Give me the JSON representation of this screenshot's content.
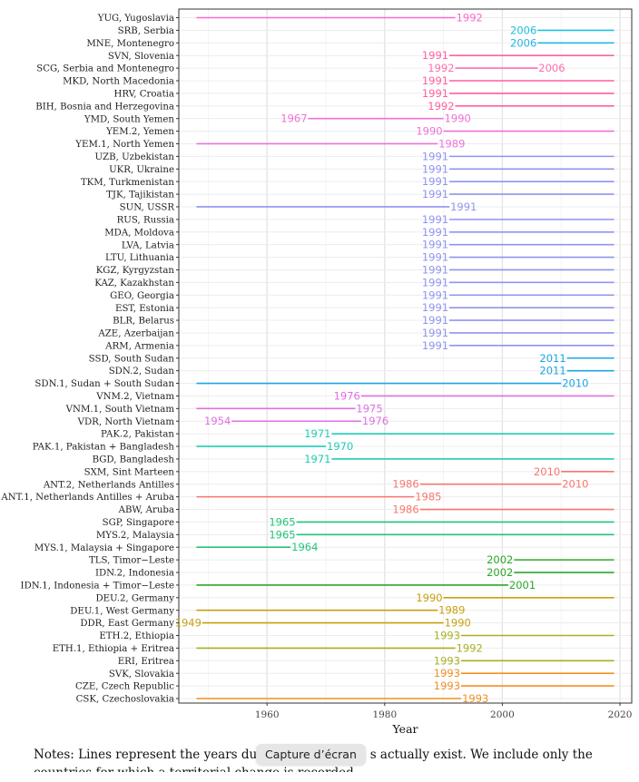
{
  "chart_data": {
    "type": "range-timeline",
    "xlabel": "Year",
    "xlim": [
      1945,
      2022
    ],
    "xticks": [
      1960,
      1980,
      2000,
      2020
    ],
    "grid": true,
    "rows": [
      {
        "label": "YUG, Yugoslavia",
        "start": 1948,
        "end": 1992,
        "labels": [
          {
            "text": "1992",
            "at": 1992,
            "side": "right"
          }
        ],
        "color": "#ff66cc"
      },
      {
        "label": "SRB, Serbia",
        "start": 2006,
        "end": 2019,
        "labels": [
          {
            "text": "2006",
            "at": 2006,
            "side": "left"
          }
        ],
        "color": "#22c0e0"
      },
      {
        "label": "MNE, Montenegro",
        "start": 2006,
        "end": 2019,
        "labels": [
          {
            "text": "2006",
            "at": 2006,
            "side": "left"
          }
        ],
        "color": "#22b8e8"
      },
      {
        "label": "SVN, Slovenia",
        "start": 1991,
        "end": 2019,
        "labels": [
          {
            "text": "1991",
            "at": 1991,
            "side": "left"
          }
        ],
        "color": "#ff5fa2"
      },
      {
        "label": "SCG, Serbia and Montenegro",
        "start": 1992,
        "end": 2006,
        "labels": [
          {
            "text": "1992",
            "at": 1992,
            "side": "left"
          },
          {
            "text": "2006",
            "at": 2006,
            "side": "right"
          }
        ],
        "color": "#ff6fb0"
      },
      {
        "label": "MKD, North Macedonia",
        "start": 1991,
        "end": 2019,
        "labels": [
          {
            "text": "1991",
            "at": 1991,
            "side": "left"
          }
        ],
        "color": "#ff5fa2"
      },
      {
        "label": "HRV, Croatia",
        "start": 1991,
        "end": 2019,
        "labels": [
          {
            "text": "1991",
            "at": 1991,
            "side": "left"
          }
        ],
        "color": "#ff5fa2"
      },
      {
        "label": "BIH, Bosnia and Herzegovina",
        "start": 1992,
        "end": 2019,
        "labels": [
          {
            "text": "1992",
            "at": 1992,
            "side": "left"
          }
        ],
        "color": "#ff5fa2"
      },
      {
        "label": "YMD, South Yemen",
        "start": 1967,
        "end": 1990,
        "labels": [
          {
            "text": "1967",
            "at": 1967,
            "side": "left"
          },
          {
            "text": "1990",
            "at": 1990,
            "side": "right"
          }
        ],
        "color": "#f070d8"
      },
      {
        "label": "YEM.2, Yemen",
        "start": 1990,
        "end": 2019,
        "labels": [
          {
            "text": "1990",
            "at": 1990,
            "side": "left"
          }
        ],
        "color": "#f070d8"
      },
      {
        "label": "YEM.1, North Yemen",
        "start": 1948,
        "end": 1989,
        "labels": [
          {
            "text": "1989",
            "at": 1989,
            "side": "right"
          }
        ],
        "color": "#f070d8"
      },
      {
        "label": "UZB, Uzbekistan",
        "start": 1991,
        "end": 2019,
        "labels": [
          {
            "text": "1991",
            "at": 1991,
            "side": "left"
          }
        ],
        "color": "#8f94f0"
      },
      {
        "label": "UKR, Ukraine",
        "start": 1991,
        "end": 2019,
        "labels": [
          {
            "text": "1991",
            "at": 1991,
            "side": "left"
          }
        ],
        "color": "#8f94f0"
      },
      {
        "label": "TKM, Turkmenistan",
        "start": 1991,
        "end": 2019,
        "labels": [
          {
            "text": "1991",
            "at": 1991,
            "side": "left"
          }
        ],
        "color": "#8f94f0"
      },
      {
        "label": "TJK, Tajikistan",
        "start": 1991,
        "end": 2019,
        "labels": [
          {
            "text": "1991",
            "at": 1991,
            "side": "left"
          }
        ],
        "color": "#8f94f0"
      },
      {
        "label": "SUN, USSR",
        "start": 1948,
        "end": 1991,
        "labels": [
          {
            "text": "1991",
            "at": 1991,
            "side": "right"
          }
        ],
        "color": "#8f94f0"
      },
      {
        "label": "RUS, Russia",
        "start": 1991,
        "end": 2019,
        "labels": [
          {
            "text": "1991",
            "at": 1991,
            "side": "left"
          }
        ],
        "color": "#8f94f0"
      },
      {
        "label": "MDA, Moldova",
        "start": 1991,
        "end": 2019,
        "labels": [
          {
            "text": "1991",
            "at": 1991,
            "side": "left"
          }
        ],
        "color": "#8f94f0"
      },
      {
        "label": "LVA, Latvia",
        "start": 1991,
        "end": 2019,
        "labels": [
          {
            "text": "1991",
            "at": 1991,
            "side": "left"
          }
        ],
        "color": "#8f94f0"
      },
      {
        "label": "LTU, Lithuania",
        "start": 1991,
        "end": 2019,
        "labels": [
          {
            "text": "1991",
            "at": 1991,
            "side": "left"
          }
        ],
        "color": "#8f94f0"
      },
      {
        "label": "KGZ, Kyrgyzstan",
        "start": 1991,
        "end": 2019,
        "labels": [
          {
            "text": "1991",
            "at": 1991,
            "side": "left"
          }
        ],
        "color": "#8f94f0"
      },
      {
        "label": "KAZ, Kazakhstan",
        "start": 1991,
        "end": 2019,
        "labels": [
          {
            "text": "1991",
            "at": 1991,
            "side": "left"
          }
        ],
        "color": "#8f94f0"
      },
      {
        "label": "GEO, Georgia",
        "start": 1991,
        "end": 2019,
        "labels": [
          {
            "text": "1991",
            "at": 1991,
            "side": "left"
          }
        ],
        "color": "#8f94f0"
      },
      {
        "label": "EST, Estonia",
        "start": 1991,
        "end": 2019,
        "labels": [
          {
            "text": "1991",
            "at": 1991,
            "side": "left"
          }
        ],
        "color": "#8f94f0"
      },
      {
        "label": "BLR, Belarus",
        "start": 1991,
        "end": 2019,
        "labels": [
          {
            "text": "1991",
            "at": 1991,
            "side": "left"
          }
        ],
        "color": "#8f94f0"
      },
      {
        "label": "AZE, Azerbaijan",
        "start": 1991,
        "end": 2019,
        "labels": [
          {
            "text": "1991",
            "at": 1991,
            "side": "left"
          }
        ],
        "color": "#8f94f0"
      },
      {
        "label": "ARM, Armenia",
        "start": 1991,
        "end": 2019,
        "labels": [
          {
            "text": "1991",
            "at": 1991,
            "side": "left"
          }
        ],
        "color": "#8f94f0"
      },
      {
        "label": "SSD, South Sudan",
        "start": 2011,
        "end": 2019,
        "labels": [
          {
            "text": "2011",
            "at": 2011,
            "side": "left"
          }
        ],
        "color": "#1aa6e6"
      },
      {
        "label": "SDN.2, Sudan",
        "start": 2011,
        "end": 2019,
        "labels": [
          {
            "text": "2011",
            "at": 2011,
            "side": "left"
          }
        ],
        "color": "#1aa6e6"
      },
      {
        "label": "SDN.1, Sudan + South Sudan",
        "start": 1948,
        "end": 2010,
        "labels": [
          {
            "text": "2010",
            "at": 2010,
            "side": "right"
          }
        ],
        "color": "#1aa6e6"
      },
      {
        "label": "VNM.2, Vietnam",
        "start": 1976,
        "end": 2019,
        "labels": [
          {
            "text": "1976",
            "at": 1976,
            "side": "left"
          }
        ],
        "color": "#e06fe6"
      },
      {
        "label": "VNM.1, South Vietnam",
        "start": 1948,
        "end": 1975,
        "labels": [
          {
            "text": "1975",
            "at": 1975,
            "side": "right"
          }
        ],
        "color": "#e06fe6"
      },
      {
        "label": "VDR, North Vietnam",
        "start": 1954,
        "end": 1976,
        "labels": [
          {
            "text": "1954",
            "at": 1954,
            "side": "left"
          },
          {
            "text": "1976",
            "at": 1976,
            "side": "right"
          }
        ],
        "color": "#e06fe6"
      },
      {
        "label": "PAK.2, Pakistan",
        "start": 1971,
        "end": 2019,
        "labels": [
          {
            "text": "1971",
            "at": 1971,
            "side": "left"
          }
        ],
        "color": "#22ccb4"
      },
      {
        "label": "PAK.1, Pakistan + Bangladesh",
        "start": 1948,
        "end": 1970,
        "labels": [
          {
            "text": "1970",
            "at": 1970,
            "side": "right"
          }
        ],
        "color": "#22ccb4"
      },
      {
        "label": "BGD, Bangladesh",
        "start": 1971,
        "end": 2019,
        "labels": [
          {
            "text": "1971",
            "at": 1971,
            "side": "left"
          }
        ],
        "color": "#22ccb4"
      },
      {
        "label": "SXM, Sint Marteen",
        "start": 2010,
        "end": 2019,
        "labels": [
          {
            "text": "2010",
            "at": 2010,
            "side": "left"
          }
        ],
        "color": "#f8766d"
      },
      {
        "label": "ANT.2, Netherlands Antilles",
        "start": 1986,
        "end": 2010,
        "labels": [
          {
            "text": "1986",
            "at": 1986,
            "side": "left"
          },
          {
            "text": "2010",
            "at": 2010,
            "side": "right"
          }
        ],
        "color": "#f8766d"
      },
      {
        "label": "ANT.1, Netherlands Antilles + Aruba",
        "start": 1948,
        "end": 1985,
        "labels": [
          {
            "text": "1985",
            "at": 1985,
            "side": "right"
          }
        ],
        "color": "#f8766d"
      },
      {
        "label": "ABW, Aruba",
        "start": 1986,
        "end": 2019,
        "labels": [
          {
            "text": "1986",
            "at": 1986,
            "side": "left"
          }
        ],
        "color": "#f8766d"
      },
      {
        "label": "SGP, Singapore",
        "start": 1965,
        "end": 2019,
        "labels": [
          {
            "text": "1965",
            "at": 1965,
            "side": "left"
          }
        ],
        "color": "#22c47a"
      },
      {
        "label": "MYS.2, Malaysia",
        "start": 1965,
        "end": 2019,
        "labels": [
          {
            "text": "1965",
            "at": 1965,
            "side": "left"
          }
        ],
        "color": "#22c47a"
      },
      {
        "label": "MYS.1, Malaysia + Singapore",
        "start": 1948,
        "end": 1964,
        "labels": [
          {
            "text": "1964",
            "at": 1964,
            "side": "right"
          }
        ],
        "color": "#22c47a"
      },
      {
        "label": "TLS, Timor−Leste",
        "start": 2002,
        "end": 2019,
        "labels": [
          {
            "text": "2002",
            "at": 2002,
            "side": "left"
          }
        ],
        "color": "#2aa82a"
      },
      {
        "label": "IDN.2, Indonesia",
        "start": 2002,
        "end": 2019,
        "labels": [
          {
            "text": "2002",
            "at": 2002,
            "side": "left"
          }
        ],
        "color": "#2aa82a"
      },
      {
        "label": "IDN.1, Indonesia + Timor−Leste",
        "start": 1948,
        "end": 2001,
        "labels": [
          {
            "text": "2001",
            "at": 2001,
            "side": "right"
          }
        ],
        "color": "#2aa82a"
      },
      {
        "label": "DEU.2, Germany",
        "start": 1990,
        "end": 2019,
        "labels": [
          {
            "text": "1990",
            "at": 1990,
            "side": "left"
          }
        ],
        "color": "#c8a010"
      },
      {
        "label": "DEU.1, West Germany",
        "start": 1948,
        "end": 1989,
        "labels": [
          {
            "text": "1989",
            "at": 1989,
            "side": "right"
          }
        ],
        "color": "#c8a010"
      },
      {
        "label": "DDR, East Germany",
        "start": 1949,
        "end": 1990,
        "labels": [
          {
            "text": "1949",
            "at": 1949,
            "side": "left"
          },
          {
            "text": "1990",
            "at": 1990,
            "side": "right"
          }
        ],
        "color": "#c8a010"
      },
      {
        "label": "ETH.2, Ethiopia",
        "start": 1993,
        "end": 2019,
        "labels": [
          {
            "text": "1993",
            "at": 1993,
            "side": "left"
          }
        ],
        "color": "#a8b020"
      },
      {
        "label": "ETH.1, Ethiopia + Eritrea",
        "start": 1948,
        "end": 1992,
        "labels": [
          {
            "text": "1992",
            "at": 1992,
            "side": "right"
          }
        ],
        "color": "#a8b020"
      },
      {
        "label": "ERI, Eritrea",
        "start": 1993,
        "end": 2019,
        "labels": [
          {
            "text": "1993",
            "at": 1993,
            "side": "left"
          }
        ],
        "color": "#a8b020"
      },
      {
        "label": "SVK, Slovakia",
        "start": 1993,
        "end": 2019,
        "labels": [
          {
            "text": "1993",
            "at": 1993,
            "side": "left"
          }
        ],
        "color": "#f09020"
      },
      {
        "label": "CZE, Czech Republic",
        "start": 1993,
        "end": 2019,
        "labels": [
          {
            "text": "1993",
            "at": 1993,
            "side": "left"
          }
        ],
        "color": "#f09020"
      },
      {
        "label": "CSK, Czechoslovakia",
        "start": 1948,
        "end": 1993,
        "labels": [
          {
            "text": "1993",
            "at": 1993,
            "side": "right"
          }
        ],
        "color": "#f09020"
      }
    ]
  },
  "notes": {
    "line1": "Notes: Lines represent the years dur",
    "line1_tail": "s actually exist. We include only the",
    "line2": "countries for which a territorial change is recorded."
  },
  "overlay": {
    "capture_label": "Capture d’écran"
  }
}
